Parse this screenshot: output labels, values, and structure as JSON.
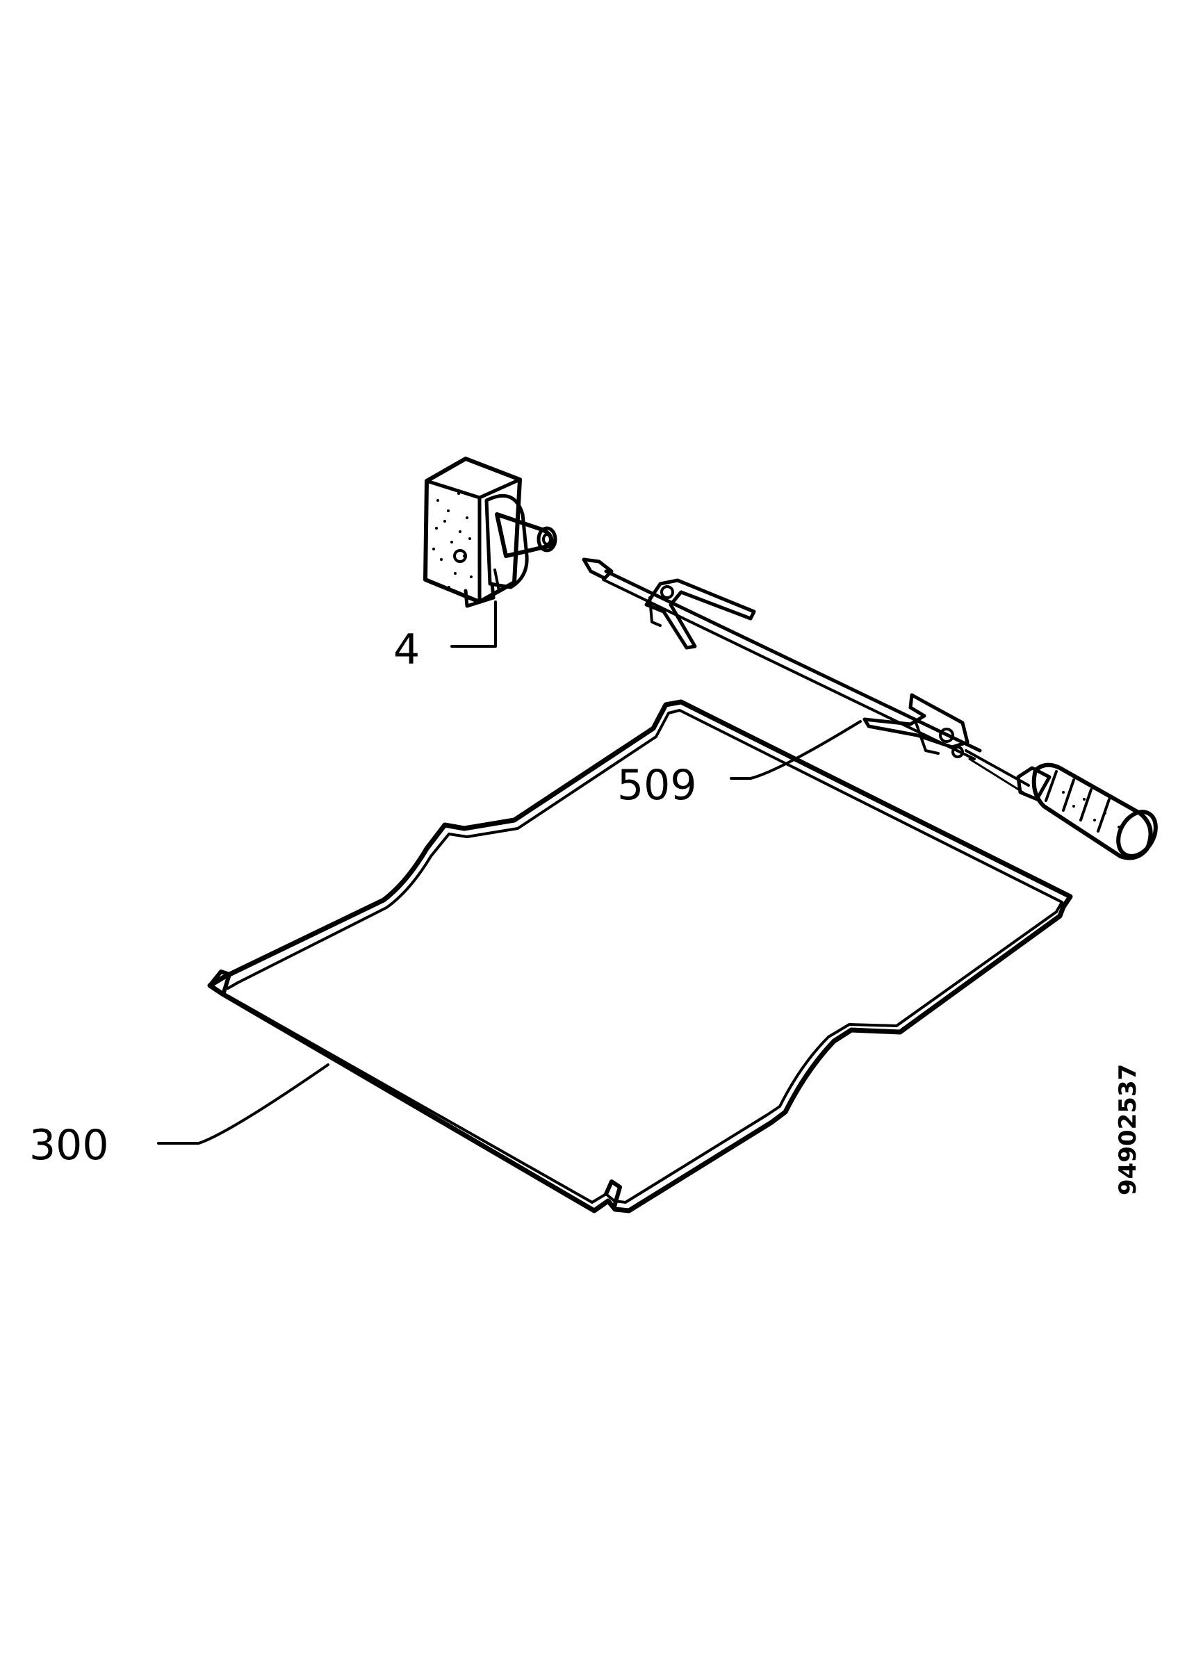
{
  "labels": {
    "motor": "4",
    "spit": "509",
    "rack": "300"
  },
  "document_number": "94902537",
  "icons": {
    "motor": "rotisserie-motor-icon",
    "spit": "rotisserie-spit-icon",
    "rack": "wire-rack-icon"
  },
  "colors": {
    "ink": "#000000",
    "background": "#ffffff"
  }
}
